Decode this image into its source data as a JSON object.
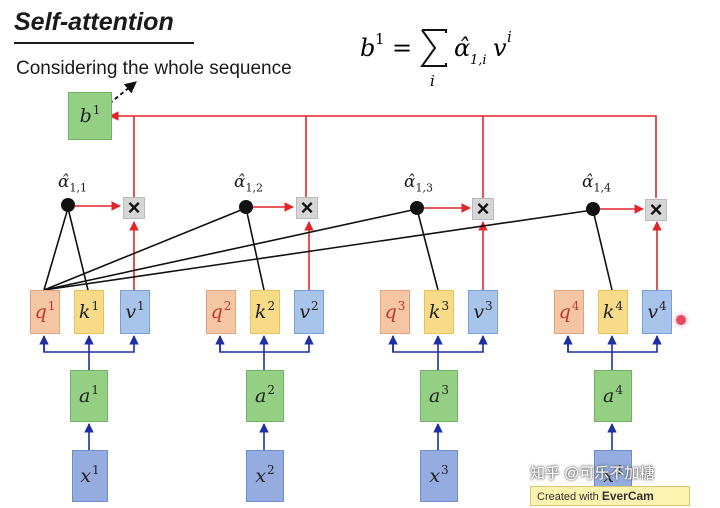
{
  "title": "Self-attention",
  "subtitle": "Considering the whole sequence",
  "formula": {
    "lhs": "b",
    "lhs_sup": "1",
    "equals": "=",
    "sum_sub": "i",
    "term": "α̂",
    "term_sub": "1,i",
    "v": "v",
    "v_sup": "i"
  },
  "output": {
    "label": "b",
    "sup": "1"
  },
  "multiply_symbol": "×",
  "columns": [
    {
      "index": "1",
      "alpha_sub": "1,1",
      "q": "q",
      "k": "k",
      "v": "v",
      "a": "a",
      "x": "x"
    },
    {
      "index": "2",
      "alpha_sub": "1,2",
      "q": "q",
      "k": "k",
      "v": "v",
      "a": "a",
      "x": "x"
    },
    {
      "index": "3",
      "alpha_sub": "1,3",
      "q": "q",
      "k": "k",
      "v": "v",
      "a": "a",
      "x": "x"
    },
    {
      "index": "4",
      "alpha_sub": "1,4",
      "q": "q",
      "k": "k",
      "v": "v",
      "a": "a",
      "x": "x"
    }
  ],
  "alpha_symbol": "α̂",
  "watermark": "知乎 @可乐不加糖",
  "evercam": {
    "prefix": "Created with ",
    "brand": "EverCam"
  },
  "colors": {
    "arrow_red": "#e0262b",
    "arrow_blue": "#1f2ea3",
    "line_black": "#111111"
  }
}
